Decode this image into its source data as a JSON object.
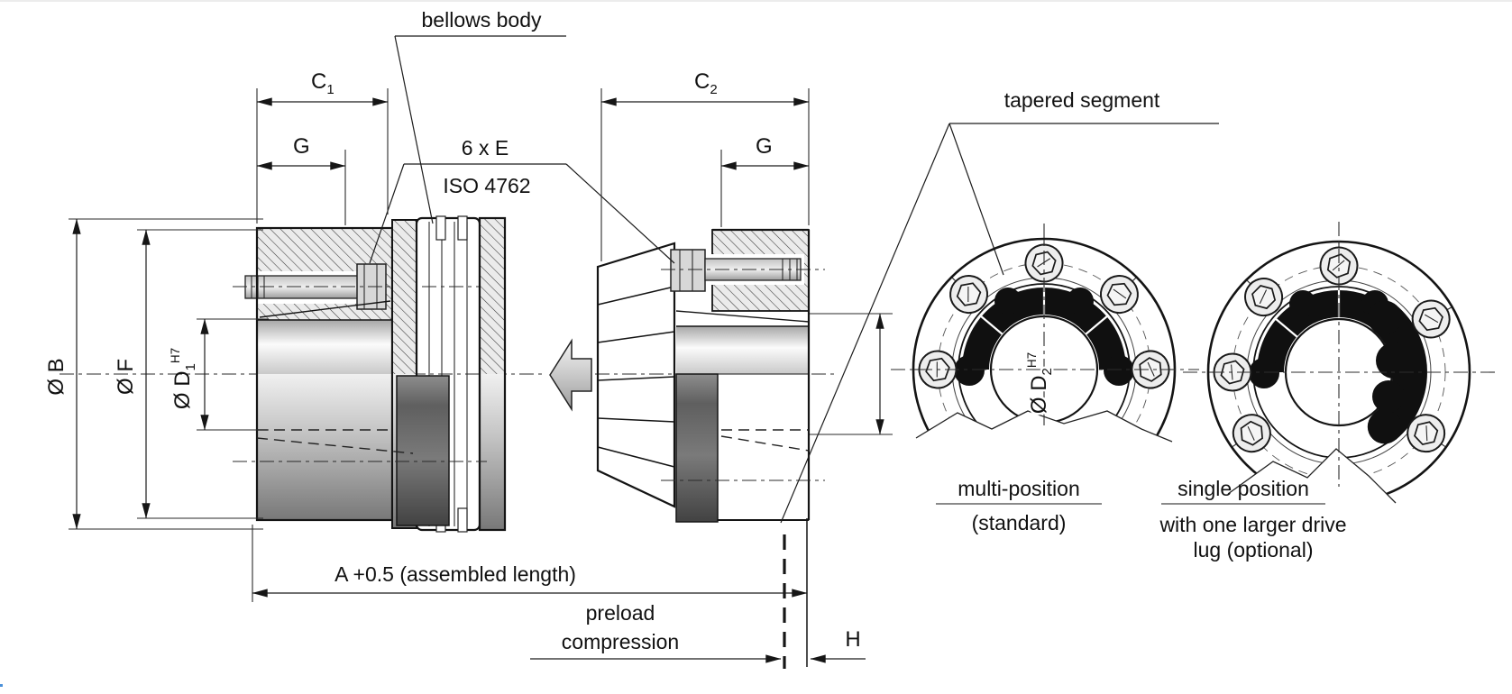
{
  "drawing": {
    "labels": {
      "bellows_body": "bellows body",
      "screw_spec_count": "6 x E",
      "screw_spec_standard": "ISO 4762",
      "tapered_segment": "tapered segment",
      "assembled_length": "A +0.5 (assembled length)",
      "preload_line1": "preload",
      "preload_line2": "compression",
      "offset_h": "H"
    },
    "dims": {
      "c1": "C",
      "c1_sub": "1",
      "c2": "C",
      "c2_sub": "2",
      "g_left": "G",
      "g_right": "G",
      "dia_b": "Ø B",
      "dia_f": "Ø F",
      "d1": "Ø D",
      "d1_sub": "1",
      "d1_sup": "H7",
      "d2": "Ø D",
      "d2_sub": "2",
      "d2_sup": "H7"
    },
    "captions": {
      "view1_title": "multi-position",
      "view1_sub": "(standard)",
      "view2_title": "single position",
      "view2_sub1": "with one larger drive",
      "view2_sub2": "lug (optional)"
    },
    "colors": {
      "line": "#1c1c1c",
      "segment_black": "#101010",
      "metal_light": "#ececec"
    }
  }
}
